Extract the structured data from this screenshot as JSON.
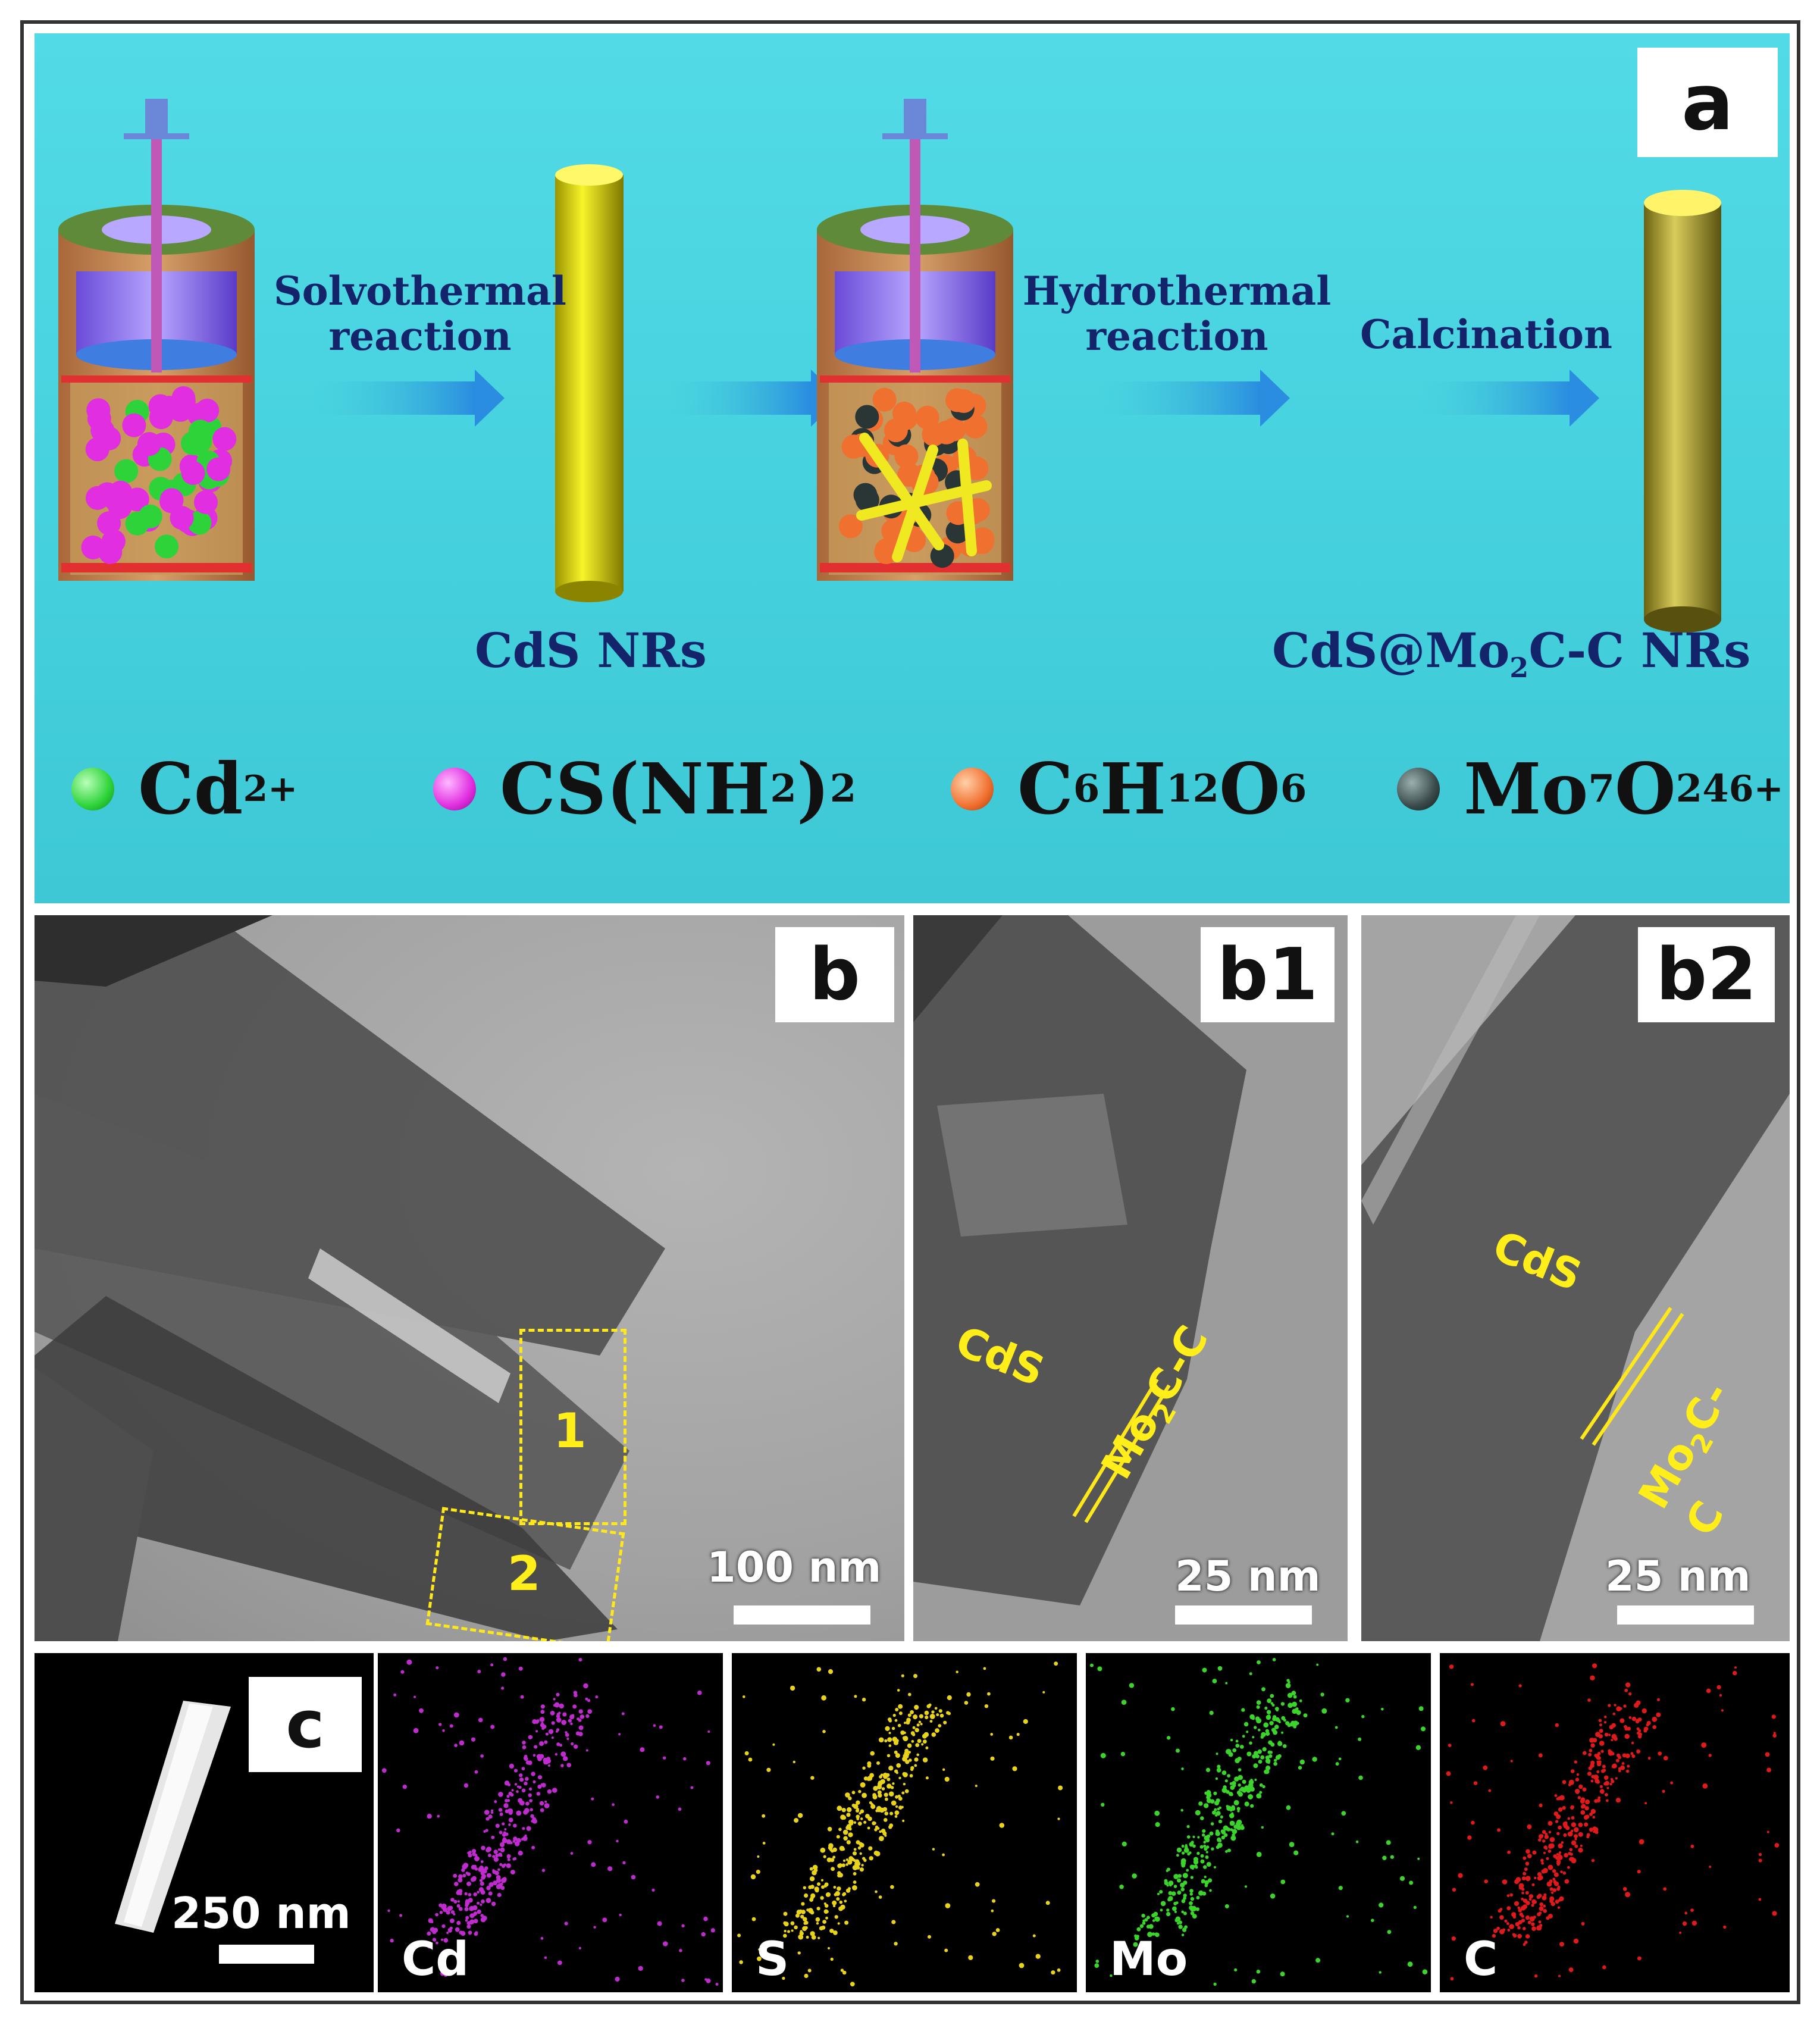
{
  "panel_a": {
    "label": "a",
    "step1": [
      "Solvothermal",
      "reaction"
    ],
    "step2": [
      "Hydrothermal",
      "reaction"
    ],
    "step3": "Calcination",
    "product1": "CdS NRs",
    "product2": {
      "main": "CdS@Mo",
      "sub": "2",
      "rest": "C-C NRs"
    },
    "legend": [
      {
        "label": "Cd",
        "sup": "2+",
        "color": "#2ed33a"
      },
      {
        "label": "CS(NH",
        "sub1": "2",
        "close": ")",
        "sub2": "2",
        "color": "#e02ee0"
      },
      {
        "label": "C",
        "color": "#f07030"
      },
      {
        "label": "Mo",
        "color": "#3a4a4a"
      }
    ],
    "legend_c6": {
      "c": "C",
      "s1": "6",
      "h": "H",
      "s2": "12",
      "o": "O",
      "s3": "6"
    },
    "legend_mo": {
      "mo": "Mo",
      "s1": "7",
      "o": "O",
      "s2": "24",
      "sup": "6+"
    }
  },
  "panel_b": {
    "label": "b",
    "box1": "1",
    "box2": "2",
    "scale": "100 nm"
  },
  "panel_b1": {
    "label": "b1",
    "cds": "CdS",
    "mo2c": {
      "a": "Mo",
      "sub": "2",
      "b": "C-C"
    },
    "scale": "25 nm"
  },
  "panel_b2": {
    "label": "b2",
    "cds": "CdS",
    "mo2c": {
      "a": "Mo",
      "sub": "2",
      "b": "C-C"
    },
    "scale": "25 nm"
  },
  "panel_c": {
    "label": "c",
    "scale": "250 nm",
    "maps": [
      {
        "element": "Cd",
        "color": "#c02bd0"
      },
      {
        "element": "S",
        "color": "#e8d21a"
      },
      {
        "element": "Mo",
        "color": "#3ad42a"
      },
      {
        "element": "C",
        "color": "#e01a1a"
      }
    ]
  }
}
